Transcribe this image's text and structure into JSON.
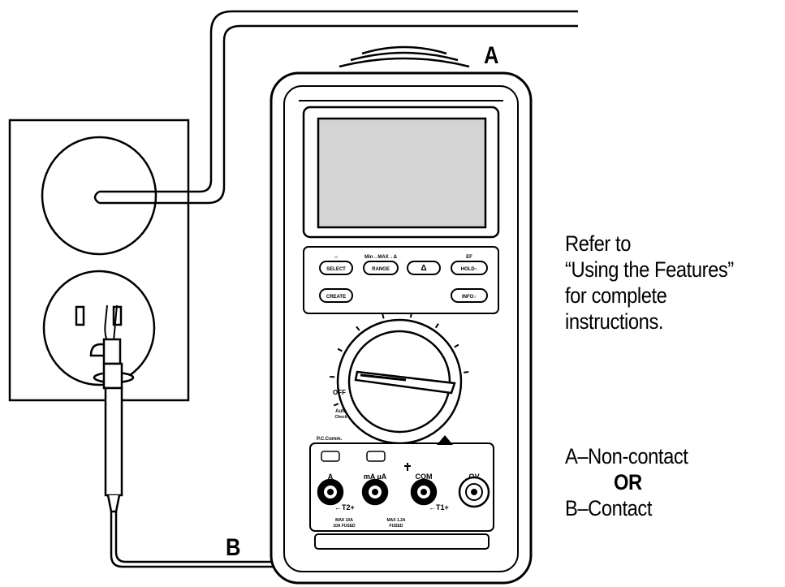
{
  "labels": {
    "a": "A",
    "b": "B"
  },
  "note": [
    "Refer to",
    "“Using the Features”",
    "for complete",
    "instructions."
  ],
  "legend": {
    "a_line": "A–Non-contact",
    "or_line": "OR",
    "b_line": "B–Contact"
  },
  "meter": {
    "buttons": {
      "select": "SELECT",
      "range": "RANGE",
      "delta": "Δ",
      "hold": "HOLD○",
      "create": "CREATE",
      "info": "INFO○"
    },
    "button_tags": {
      "select": "☼",
      "range": "Min↔MAX→Δ",
      "hold": "EF"
    },
    "dial": {
      "off": "OFF",
      "auto": "Auto",
      "auto_sub": "Check"
    },
    "pc_comm": "P.C.Comm.",
    "jacks": {
      "a": "A",
      "ma_ua": "mA µA",
      "com": "COM",
      "v": "ΩV"
    },
    "jack_notes": {
      "t2": "←T2+",
      "t1": "←T1+",
      "max_a": "MAX 10A",
      "fused_a": "10A FUSED",
      "max_ma": "MAX 1.2A",
      "fused_ma": "FUSED"
    }
  },
  "colors": {
    "ink": "#000000",
    "screen": "#d4d4d4",
    "background": "#ffffff"
  }
}
